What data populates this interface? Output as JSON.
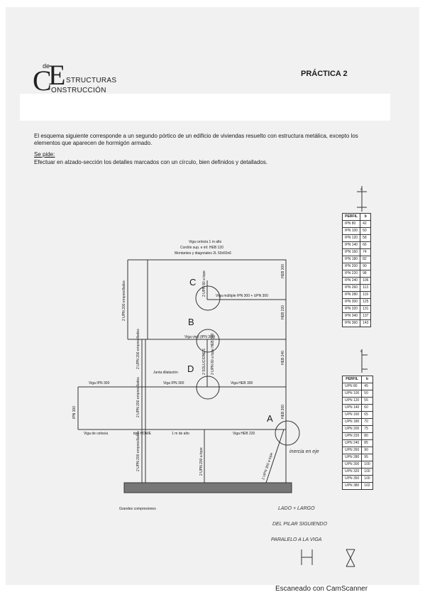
{
  "header": {
    "logo_de": "de",
    "logo_c": "C",
    "logo_e": "E",
    "logo_line1": "STRUCTURAS",
    "logo_line2": "ONSTRUCCIÓN",
    "practica": "PRÁCTICA 2"
  },
  "text": {
    "intro": "El esquema siguiente corresponde a un segundo pórtico de un edificio de viviendas resuelto con estructura metálica, excepto los elementos que aparecen de hormigón armado.",
    "se_pide": "Se pide:",
    "task": "Efectuar en alzado-sección los detalles marcados con un círculo, bien definidos y detallados."
  },
  "drawing": {
    "top_label_1": "Viga celosía 1 m alto",
    "top_label_2": "Cordón sup. e inf. HEB 120",
    "top_label_3": "Montantes y diagonales 2L 50x50x6",
    "viga_multiple": "Viga múltiple IPN 300 + UPN 300",
    "viga_vierendeel": "Viga vied (IPN 300)",
    "junta": "Junta dilatación",
    "viga_ipn_left": "Viga IPN 300",
    "viga_ipn_mid": "Viga IPN 300",
    "viga_heb": "Viga HEB 300",
    "viga_celosia_low": "Viga de celosía",
    "tipo_howe": "tipo HOWE",
    "metro_alto": "1 m de alto",
    "viga_heb220": "Viga HEB 220",
    "upn_left_top": "2 UPN 200 empresillados",
    "upn_mid": "2 UPN 200 empresillados",
    "upn_mid2": "2 UPN 200 empresillados",
    "upn_bottom": "2 UPN 200 empresillados",
    "ipn300_left": "IPN 300",
    "upn80_top": "2 UPN 80 a tope",
    "heb300_right_top": "HEB 300",
    "heb220_right": "HEB 220",
    "heb240_right": "HEB 240",
    "upn80_mid": "2 UPN 80 a tope HEB 300",
    "soluciones": "2 SOLUCIONES",
    "heb300_right_low": "HEB 300",
    "upn200_bottom_mid": "2 UPN 200 a tope",
    "upn300_diag": "2 UPN 300 a tope",
    "grandes": "Grandes compresiones",
    "label_a": "A",
    "label_b": "B",
    "label_c": "C",
    "label_d": "D",
    "hand_note_1": "inercia en eje",
    "hand_note_2": "LADO + LARGO",
    "hand_note_3": "DEL PILAR SIGUIENDO",
    "hand_note_4": "PARALELO A LA VIGA",
    "ipn_small_label": "a",
    "upn_small_label": "a"
  },
  "ipn_table": {
    "headers": [
      "PERFIL",
      "b"
    ],
    "rows": [
      [
        "IPN 80",
        "42"
      ],
      [
        "IPN 100",
        "50"
      ],
      [
        "IPN 120",
        "58"
      ],
      [
        "IPN 140",
        "66"
      ],
      [
        "IPN 160",
        "74"
      ],
      [
        "IPN 180",
        "82"
      ],
      [
        "IPN 200",
        "90"
      ],
      [
        "IPN 220",
        "98"
      ],
      [
        "IPN 240",
        "106"
      ],
      [
        "IPN 260",
        "113"
      ],
      [
        "IPN 280",
        "119"
      ],
      [
        "IPN 300",
        "125"
      ],
      [
        "IPN 320",
        "131"
      ],
      [
        "IPN 340",
        "137"
      ],
      [
        "IPN 360",
        "143"
      ]
    ]
  },
  "upn_table": {
    "headers": [
      "PERFIL",
      "b"
    ],
    "rows": [
      [
        "UPN 80",
        "45"
      ],
      [
        "UPN 100",
        "50"
      ],
      [
        "UPN 120",
        "55"
      ],
      [
        "UPN 140",
        "60"
      ],
      [
        "UPN 160",
        "65"
      ],
      [
        "UPN 180",
        "70"
      ],
      [
        "UPN 200",
        "75"
      ],
      [
        "UPN 220",
        "80"
      ],
      [
        "UPN 240",
        "85"
      ],
      [
        "UPN 260",
        "90"
      ],
      [
        "UPN 280",
        "95"
      ],
      [
        "UPN 300",
        "100"
      ],
      [
        "UPN 320",
        "100"
      ],
      [
        "UPN 350",
        "100"
      ],
      [
        "UPN 380",
        "102"
      ]
    ]
  },
  "footer": {
    "scanner": "Escaneado con CamScanner"
  }
}
